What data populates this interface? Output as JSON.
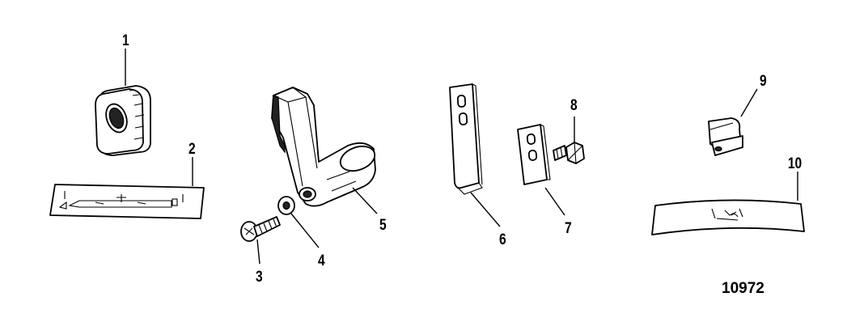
{
  "diagram": {
    "figure_id": "10972",
    "callouts": [
      {
        "id": "callout-1",
        "label": "1"
      },
      {
        "id": "callout-2",
        "label": "2"
      },
      {
        "id": "callout-3",
        "label": "3"
      },
      {
        "id": "callout-4",
        "label": "4"
      },
      {
        "id": "callout-5",
        "label": "5"
      },
      {
        "id": "callout-6",
        "label": "6"
      },
      {
        "id": "callout-7",
        "label": "7"
      },
      {
        "id": "callout-8",
        "label": "8"
      },
      {
        "id": "callout-9",
        "label": "9"
      },
      {
        "id": "callout-10",
        "label": "10"
      }
    ]
  }
}
